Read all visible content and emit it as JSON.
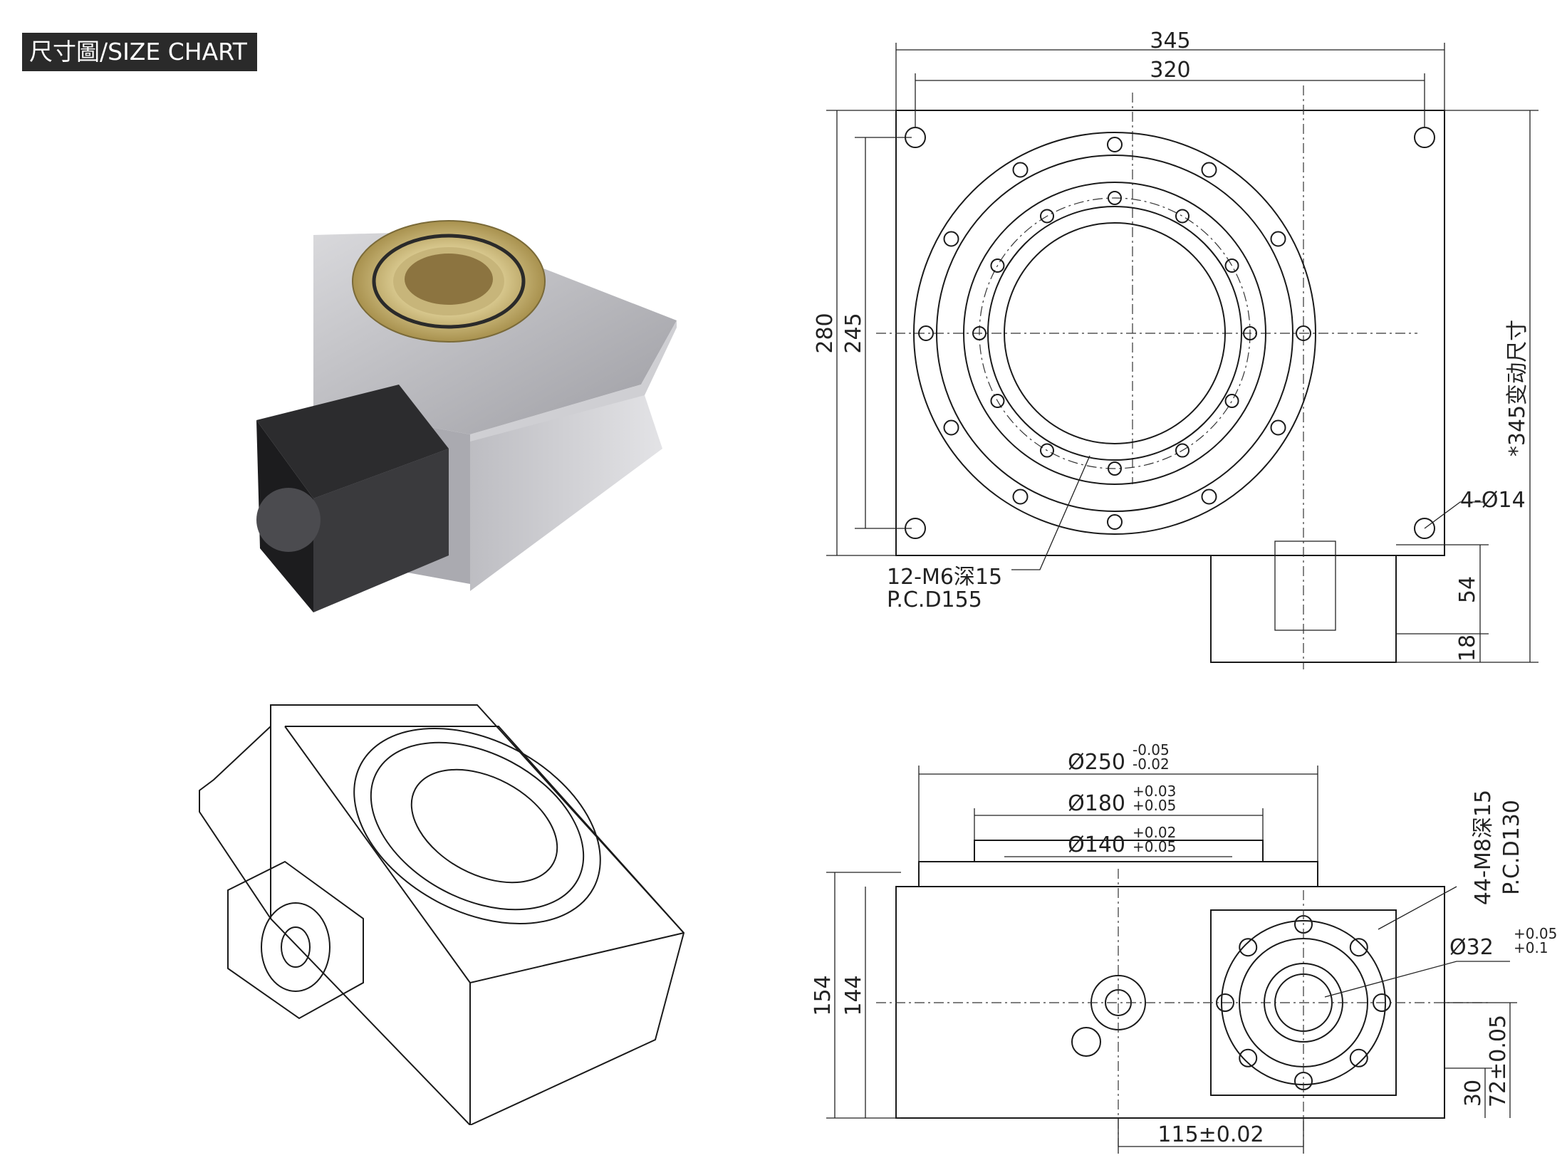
{
  "header": {
    "title": "尺寸圖/SIZE CHART"
  },
  "top_view": {
    "dims": {
      "width_outer": "345",
      "width_inner": "320",
      "height_outer": "280",
      "height_inner": "245",
      "side_variable": "*345变动尺寸",
      "corner_holes": "4-Ø14",
      "tapped_holes": "12-M6深15",
      "tapped_pcd": "P.C.D155",
      "motor_len": "54",
      "motor_flange": "18"
    }
  },
  "front_view": {
    "dims": {
      "d250": "Ø250",
      "d250_tol_upper": "-0.05",
      "d250_tol_lower": "-0.02",
      "d180": "Ø180",
      "d180_tol_upper": "+0.03",
      "d180_tol_lower": "+0.05",
      "d140": "Ø140",
      "d140_tol_upper": "+0.02",
      "d140_tol_lower": "+0.05",
      "height_outer": "154",
      "height_inner": "144",
      "motor_holes": "44-M8深15",
      "motor_pcd": "P.C.D130",
      "shaft": "Ø32",
      "shaft_tol_upper": "+0.05",
      "shaft_tol_lower": "+0.1",
      "dim_30": "30",
      "dim_72": "72±0.05",
      "dim_115": "115±0.02"
    }
  }
}
